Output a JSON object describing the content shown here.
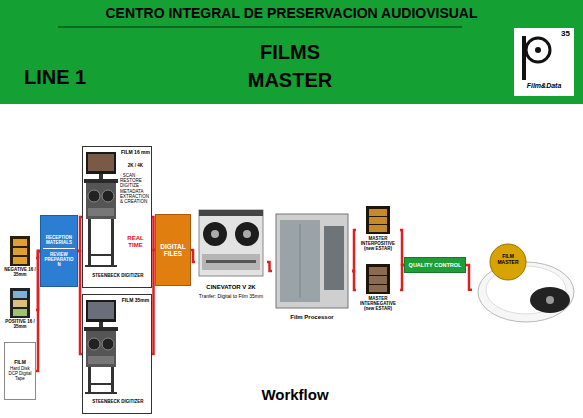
{
  "diagram": {
    "title": "CENTRO INTEGRAL DE PRESERVACION AUDIOVISUAL",
    "caption": "Workflow",
    "nodes": [
      {
        "text": [
          "NEGATIVE 16 / 35mm"
        ]
      },
      {
        "text": [
          "POSITIVE 16 / 35mm"
        ]
      },
      {
        "text": [
          "FILM",
          "Hard Disk DCP Digital Tape"
        ]
      },
      {
        "text": [
          "RECEPTION MATERIALS",
          "REVIEW PREPARATION"
        ]
      },
      {
        "text": [
          "FILM 16 mm",
          "2K / 4K",
          "· SCAN · RESTORE · DIGITIZE · METADATA EXTRACTION & CREATION",
          "REAL TIME",
          "STEENBECK DIGITIZER"
        ]
      },
      {
        "text": [
          "FILM 35mm",
          "STEENBECK DIGITIZER"
        ]
      },
      {
        "text": [
          "DIGITAL FILES"
        ]
      },
      {
        "text": [
          "CINEVATOR V 2K",
          "Tranfer: Digital to Film 35mm"
        ]
      },
      {
        "text": [
          "Film Processor"
        ]
      },
      {
        "text": [
          "MASTER INTERPOSITIVE (new ESTAR)"
        ]
      },
      {
        "text": [
          "MASTER INTERNEGATIVE (new ESTAR)"
        ]
      },
      {
        "text": [
          "QUALITY CONTROL"
        ]
      },
      {
        "text": [
          "FILM MASTER"
        ]
      }
    ],
    "edges": [
      {
        "from": 0,
        "to": 3,
        "arrow": "none"
      },
      {
        "from": 1,
        "to": 3,
        "arrow": "none"
      },
      {
        "from": 2,
        "to": 3,
        "arrow": "none"
      },
      {
        "from": 3,
        "to": 4,
        "arrow": "none"
      },
      {
        "from": 3,
        "to": 5,
        "arrow": "none"
      },
      {
        "from": 4,
        "to": 6,
        "arrow": "none"
      },
      {
        "from": 5,
        "to": 6,
        "arrow": "none"
      },
      {
        "from": 6,
        "to": 7,
        "arrow": "none"
      },
      {
        "from": 7,
        "to": 8,
        "arrow": "none"
      },
      {
        "from": 8,
        "to": 9,
        "arrow": "none"
      },
      {
        "from": 8,
        "to": 10,
        "arrow": "none"
      },
      {
        "from": 9,
        "to": 11,
        "arrow": "none"
      },
      {
        "from": 10,
        "to": 11,
        "arrow": "none"
      },
      {
        "from": 11,
        "to": 12,
        "arrow": "none"
      }
    ],
    "labels": [
      "LINE 1",
      "FILMS MASTER",
      "35",
      "Film&Data"
    ]
  }
}
